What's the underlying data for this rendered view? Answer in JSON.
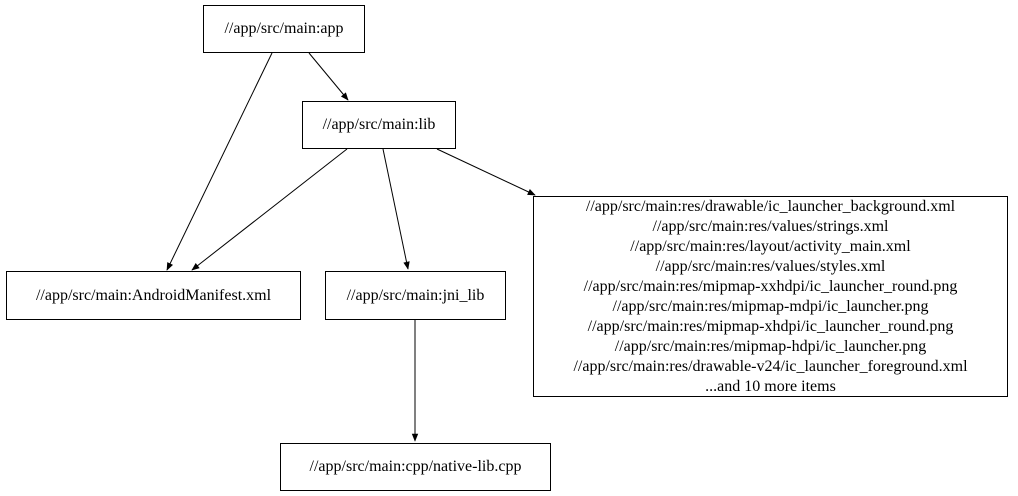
{
  "diagram": {
    "kind": "dependency-graph",
    "background_color": "#ffffff",
    "node_border_color": "#000000",
    "node_fill_color": "#ffffff",
    "edge_color": "#000000",
    "text_color": "#000000"
  },
  "nodes": {
    "app": {
      "label": "//app/src/main:app"
    },
    "lib": {
      "label": "//app/src/main:lib"
    },
    "android_manifest": {
      "label": "//app/src/main:AndroidManifest.xml"
    },
    "jni_lib": {
      "label": "//app/src/main:jni_lib"
    },
    "res_group": {
      "lines": [
        "//app/src/main:res/drawable/ic_launcher_background.xml",
        "//app/src/main:res/values/strings.xml",
        "//app/src/main:res/layout/activity_main.xml",
        "//app/src/main:res/values/styles.xml",
        "//app/src/main:res/mipmap-xxhdpi/ic_launcher_round.png",
        "//app/src/main:res/mipmap-mdpi/ic_launcher.png",
        "//app/src/main:res/mipmap-xhdpi/ic_launcher_round.png",
        "//app/src/main:res/mipmap-hdpi/ic_launcher.png",
        "//app/src/main:res/drawable-v24/ic_launcher_foreground.xml",
        "...and 10 more items"
      ]
    },
    "native_lib": {
      "label": "//app/src/main:cpp/native-lib.cpp"
    }
  },
  "edges": [
    {
      "from": "//app/src/main:app",
      "to": "//app/src/main:lib"
    },
    {
      "from": "//app/src/main:app",
      "to": "//app/src/main:AndroidManifest.xml"
    },
    {
      "from": "//app/src/main:lib",
      "to": "//app/src/main:AndroidManifest.xml"
    },
    {
      "from": "//app/src/main:lib",
      "to": "//app/src/main:jni_lib"
    },
    {
      "from": "//app/src/main:lib",
      "to": "res-file-group"
    },
    {
      "from": "//app/src/main:jni_lib",
      "to": "//app/src/main:cpp/native-lib.cpp"
    }
  ]
}
